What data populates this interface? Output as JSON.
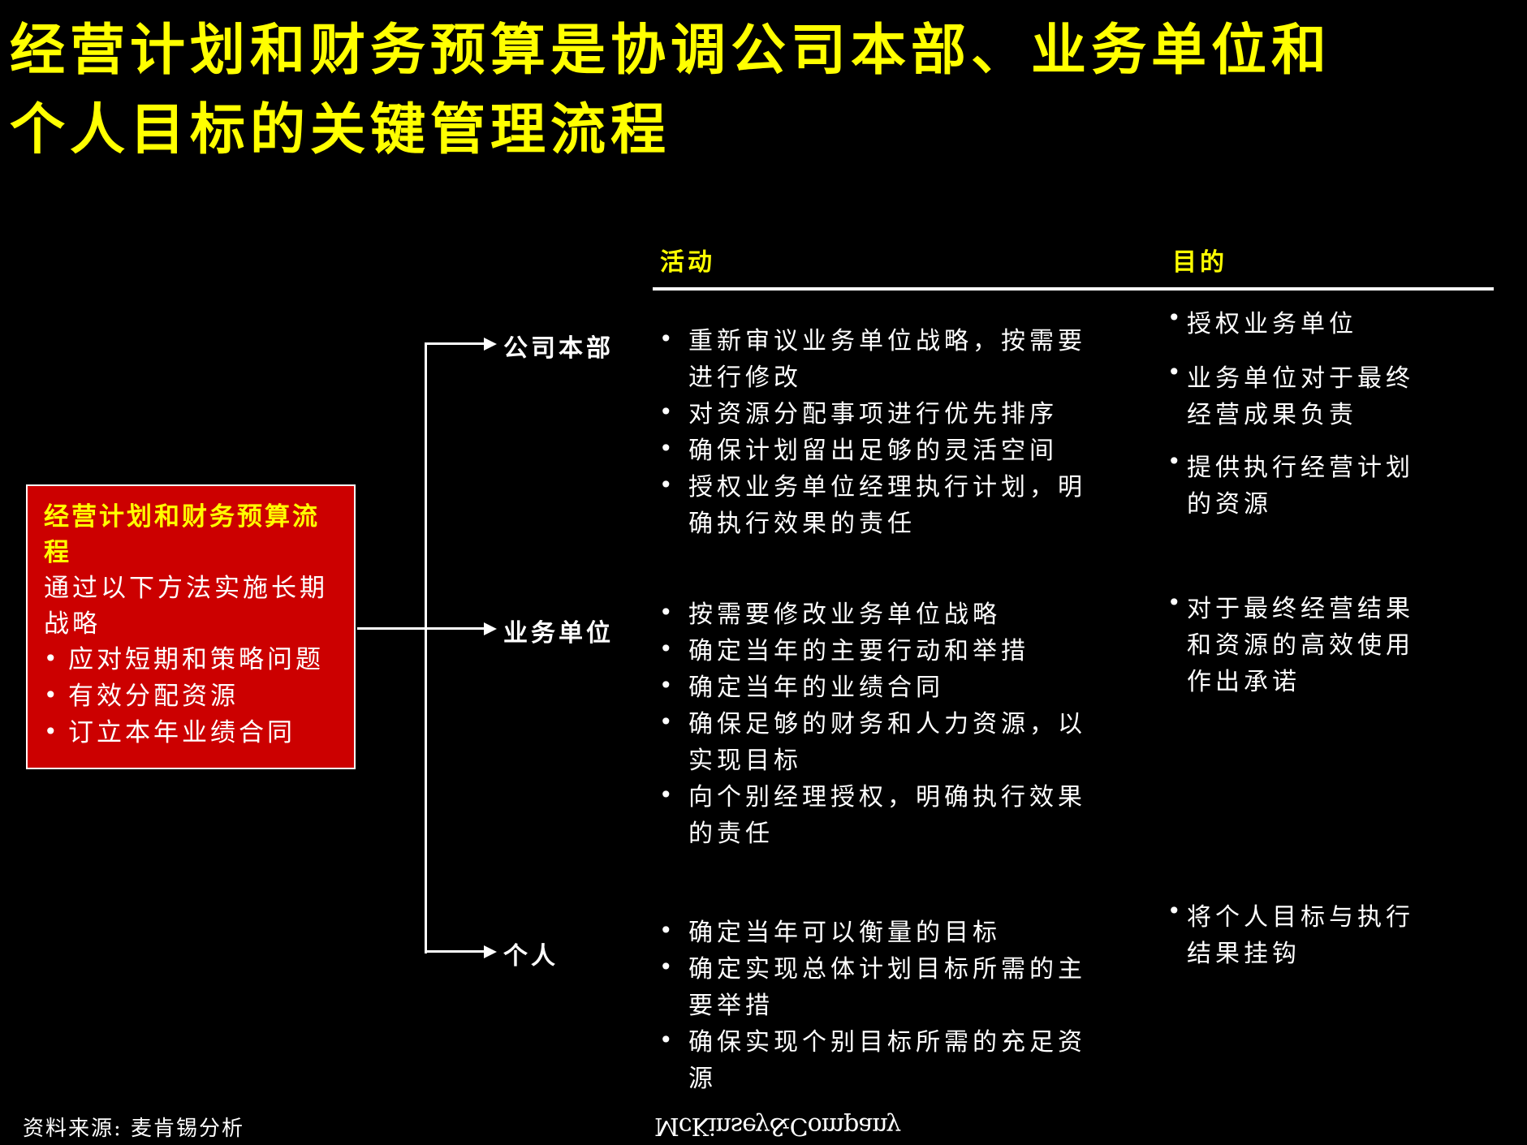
{
  "title": {
    "line1": "经营计划和财务预算是协调公司本部、业务单位和",
    "line2": "个人目标的关键管理流程"
  },
  "colors": {
    "background": "#000000",
    "title": "#FFFF00",
    "box_fill": "#CC0000",
    "text": "#FFFFFF"
  },
  "process_box": {
    "title": "经营计划和财务预算流程",
    "intro": "通过以下方法实施长期战略",
    "bullets": [
      "应对短期和策略问题",
      "有效分配资源",
      "订立本年业绩合同"
    ]
  },
  "columns": {
    "activities": "活动",
    "purpose": "目的"
  },
  "levels": [
    {
      "label": "公司本部",
      "activities": [
        "重新审议业务单位战略，按需要进行修改",
        "对资源分配事项进行优先排序",
        "确保计划留出足够的灵活空间",
        "授权业务单位经理执行计划，明确执行效果的责任"
      ],
      "purposes": [
        "授权业务单位",
        "业务单位对于最终经营成果负责",
        "提供执行经营计划的资源"
      ]
    },
    {
      "label": "业务单位",
      "activities": [
        "按需要修改业务单位战略",
        "确定当年的主要行动和举措",
        "确定当年的业绩合同",
        "确保足够的财务和人力资源，以实现目标",
        "向个别经理授权，明确执行效果的责任"
      ],
      "purposes": [
        "对于最终经营结果和资源的高效使用作出承诺"
      ]
    },
    {
      "label": "个人",
      "activities": [
        "确定当年可以衡量的目标",
        "确定实现总体计划目标所需的主要举措",
        "确保实现个别目标所需的充足资源"
      ],
      "purposes": [
        "将个人目标与执行结果挂钩"
      ]
    }
  ],
  "footer": {
    "source": "资料来源: 麦肯锡分析",
    "logo": "McKinsey&Company"
  }
}
